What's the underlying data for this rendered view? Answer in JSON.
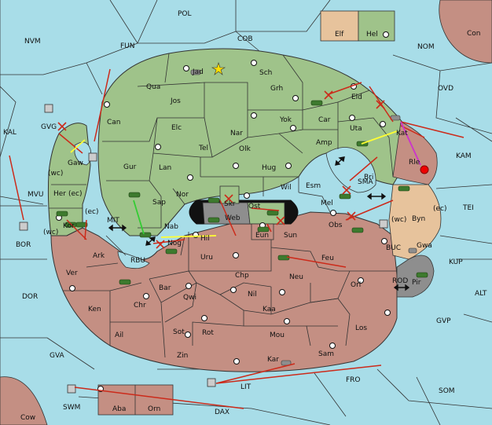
{
  "colors": {
    "sea": "#a8dde8",
    "green_power": "#9fc38a",
    "red_power": "#c48f83",
    "tan_power": "#e7c39c",
    "neutral_gray": "#8e8e8e",
    "order_red": "#cc2a1a",
    "order_yellow": "#ffff33",
    "order_green": "#33cc33",
    "order_magenta": "#cc33cc",
    "border": "#333333"
  },
  "legend": {
    "elf_label": "Elf",
    "hel_label": "Hel"
  },
  "regions": {
    "sea": [
      "POL",
      "FUN",
      "COB",
      "NVM",
      "NOM",
      "Con",
      "OVD",
      "KAL",
      "KAM",
      "TEI",
      "MVU",
      "SMA",
      "BOR",
      "MIT",
      "RBU",
      "BUC",
      "KUP",
      "DOR",
      "ROD",
      "ALT",
      "GVP",
      "GVA",
      "FRO",
      "SOM",
      "SWM",
      "DAX",
      "LIT",
      "Cow"
    ],
    "green": [
      "Jad",
      "Sch",
      "Qua",
      "Jos",
      "Grh",
      "Car",
      "Eld",
      "Can",
      "Elc",
      "Nar",
      "Yok",
      "Uta",
      "Tel",
      "Olk",
      "Amp",
      "Kat",
      "Gur",
      "Lan",
      "Hug",
      "Bri",
      "Gaw",
      "Her",
      "Nor",
      "Wil",
      "Esm",
      "Sap",
      "Skr",
      "Ost",
      "Mel",
      "Kor",
      "Nab",
      "Web"
    ],
    "red": [
      "GVG",
      "Rle",
      "Ark",
      "Hil",
      "Nog",
      "Eun",
      "Sun",
      "Obs",
      "Uru",
      "Feu",
      "Ver",
      "Chp",
      "Neu",
      "Orl",
      "Bar",
      "Qwi",
      "Nil",
      "Ken",
      "Chr",
      "Kaa",
      "Los",
      "Ail",
      "Sot",
      "Rot",
      "Mou",
      "Zin",
      "Sam",
      "Kar",
      "Aba",
      "Orn"
    ],
    "tan": [
      "Byn",
      "Gwa",
      "Elf"
    ],
    "neutral": [
      "Pir"
    ],
    "coast_tags": [
      "(ec)",
      "(wc)"
    ]
  }
}
